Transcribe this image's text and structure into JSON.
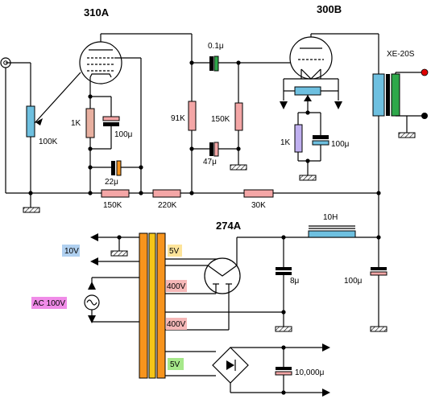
{
  "tubes": {
    "t1": "310A",
    "t2": "300B",
    "t3": "274A"
  },
  "transformer": "XE-20S",
  "components": {
    "c_couple": "0.1μ",
    "r_grid1": "100K",
    "r_k1": "1K",
    "c_k1": "100μ",
    "c_screen": "22μ",
    "r_screen": "150K",
    "r_91k": "91K",
    "r_150k_2": "150K",
    "c_47": "47μ",
    "r_k2": "1K",
    "c_k2": "100μ",
    "r_220k": "220K",
    "r_30k": "30K",
    "choke": "10H",
    "c_8": "8μ",
    "c_100": "100μ",
    "c_10000": "10,000μ"
  },
  "power_tags": {
    "v10": "10V",
    "ac100": "AC 100V",
    "v5a": "5V",
    "v400a": "400V",
    "v400b": "400V",
    "v5b": "5V"
  },
  "colors": {
    "resistor": "#f4a6a6",
    "resistor_v": "#e8b0a0",
    "pot": "#6ec0e0",
    "cap_green": "#2ea84a",
    "trans_yellow": "#f5c518",
    "trans_orange": "#f7941d",
    "tag_blue": "#b0d0f0",
    "tag_yellow": "#fde49a",
    "tag_pink": "#f5b8b8",
    "tag_magenta": "#f08ce8",
    "tag_green": "#a6e88a",
    "terminal_red": "#e00000"
  }
}
